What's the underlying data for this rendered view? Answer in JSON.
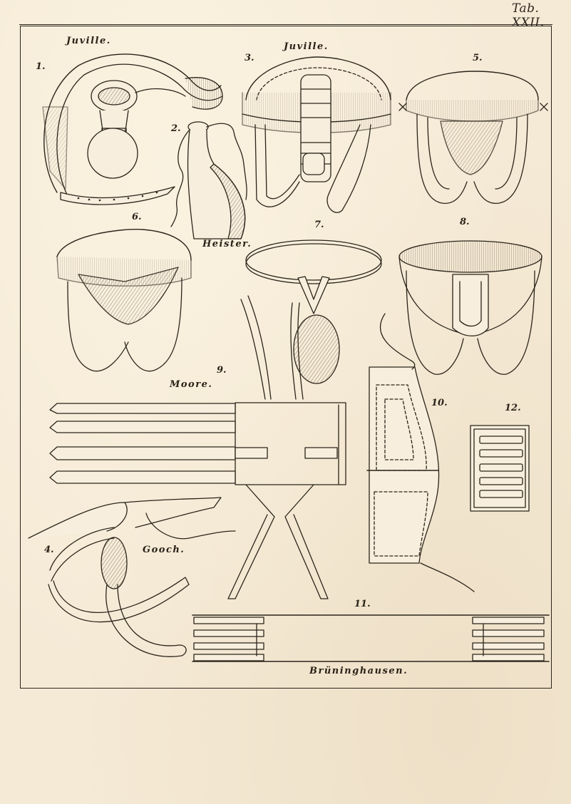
{
  "plate": {
    "title": "Tab. XXII.",
    "background_color": "#f5ead6",
    "ink_color": "#2b241a"
  },
  "figures": [
    {
      "number": "1.",
      "author": "Juville.",
      "subject": "belt with cup and bottle"
    },
    {
      "number": "2.",
      "author": "Heister.",
      "subject": "flask with tube"
    },
    {
      "number": "3.",
      "author": "Juville.",
      "subject": "belt with segmented tube"
    },
    {
      "number": "4.",
      "author": "Gooch.",
      "subject": "straps with pouch"
    },
    {
      "number": "5.",
      "author": "",
      "subject": "belt with pad and ties"
    },
    {
      "number": "6.",
      "author": "",
      "subject": "belt with shield pad"
    },
    {
      "number": "7.",
      "author": "",
      "subject": "belt with oval pouch"
    },
    {
      "number": "8.",
      "author": "",
      "subject": "belt with hood pad"
    },
    {
      "number": "9.",
      "author": "Moore.",
      "subject": "four-strap bandage"
    },
    {
      "number": "10.",
      "author": "",
      "subject": "quilted laced bandage"
    },
    {
      "number": "11.",
      "author": "Brüninghausen.",
      "subject": "double strap bandage"
    },
    {
      "number": "12.",
      "author": "",
      "subject": "buckle panel with five bars"
    }
  ]
}
